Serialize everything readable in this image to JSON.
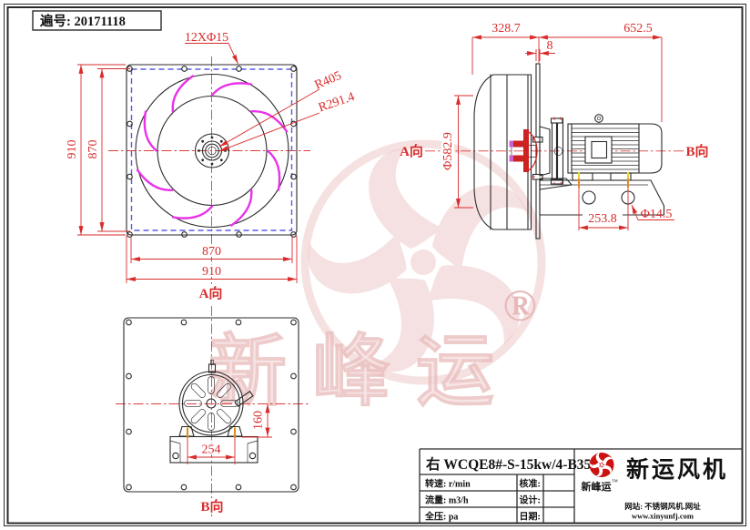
{
  "header": {
    "doc_no": "遍号: 20171118"
  },
  "front_view": {
    "view_label": "A向",
    "dim_plate_height": "910",
    "dim_bolt_height": "870",
    "dim_bolt_width": "870",
    "dim_plate_width": "910",
    "dim_bolt_holes": "12XΦ15",
    "dim_outer_radius": "R405",
    "dim_inner_radius": "R291.4"
  },
  "side_view": {
    "view_label_left": "A向",
    "view_label_right": "B向",
    "dim_housing_depth": "328.7",
    "dim_motor_length": "652.5",
    "dim_plate_thickness": "8",
    "dim_inlet_diameter": "Φ582.9",
    "dim_base_hole_spacing": "253.8",
    "dim_base_hole_diameter": "Φ14.5"
  },
  "bottom_view": {
    "view_label": "B向",
    "dim_foot_spacing": "254",
    "dim_axis_height": "160"
  },
  "watermark": {
    "brand_text": "新峰运",
    "registered_mark": "®"
  },
  "title_block": {
    "model": "右 WCQE8#-S-15kw/4-B35",
    "rows": [
      {
        "left": "转速: r/min",
        "right": "核准:"
      },
      {
        "left": "流量: m3/h",
        "right": "设计:"
      },
      {
        "left": "全压: pa",
        "right": "日期:"
      }
    ],
    "brand_name": "新运风机",
    "logo_caption": "新峰运",
    "logo_tm": "™",
    "website_cn": "网站: 不锈钢风机.网址",
    "website_url": "www.xinyunfj.com"
  },
  "colors": {
    "line": "#2b2b2b",
    "dimension_red": "#d92b2b",
    "blade_magenta": "#e832e8",
    "bolt_line_blue": "#5a5ae6",
    "highlight_yellow": "#e6d836",
    "brand_red": "#cc1111",
    "watermark_pink": "#f0cece"
  }
}
